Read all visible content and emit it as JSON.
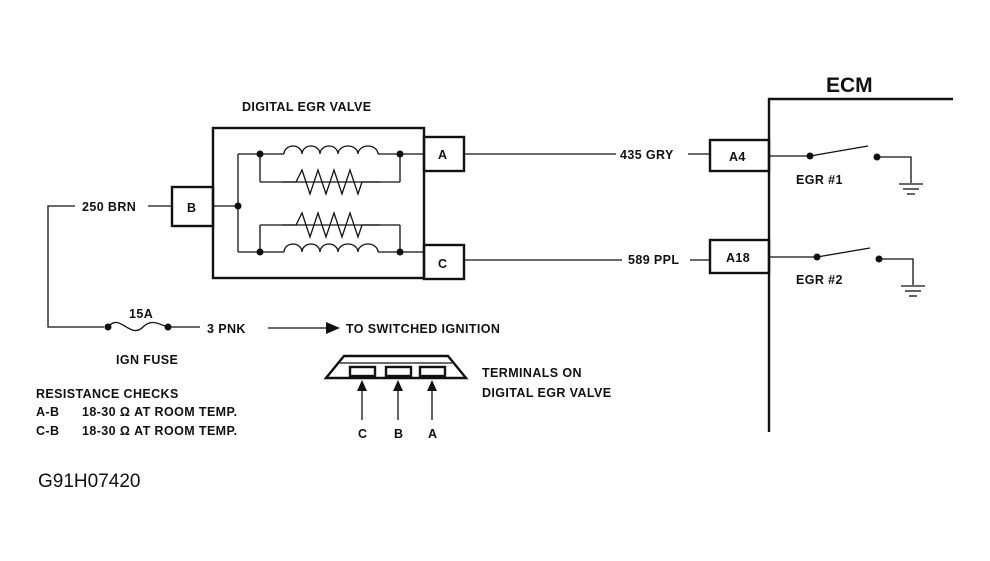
{
  "valve": {
    "title": "DIGITAL EGR VALVE",
    "terminal_a": "A",
    "terminal_b": "B",
    "terminal_c": "C"
  },
  "wires": {
    "brn": "250 BRN",
    "gry": "435 GRY",
    "ppl": "589 PPL",
    "pnk": "3 PNK"
  },
  "fuse": {
    "rating": "15A",
    "name": "IGN FUSE"
  },
  "ignition": "TO SWITCHED IGNITION",
  "ecm": {
    "title": "ECM",
    "pin_a4": "A4",
    "pin_a18": "A18",
    "egr1": "EGR #1",
    "egr2": "EGR #2"
  },
  "resistance": {
    "heading": "RESISTANCE CHECKS",
    "row1_pins": "A-B",
    "row1_value": "18-30 Ω AT ROOM TEMP.",
    "row2_pins": "C-B",
    "row2_value": "18-30 Ω AT ROOM TEMP."
  },
  "connector": {
    "label_line1": "TERMINALS ON",
    "label_line2": "DIGITAL EGR VALVE",
    "pin_c": "C",
    "pin_b": "B",
    "pin_a": "A"
  },
  "figure_code": "G91H07420"
}
